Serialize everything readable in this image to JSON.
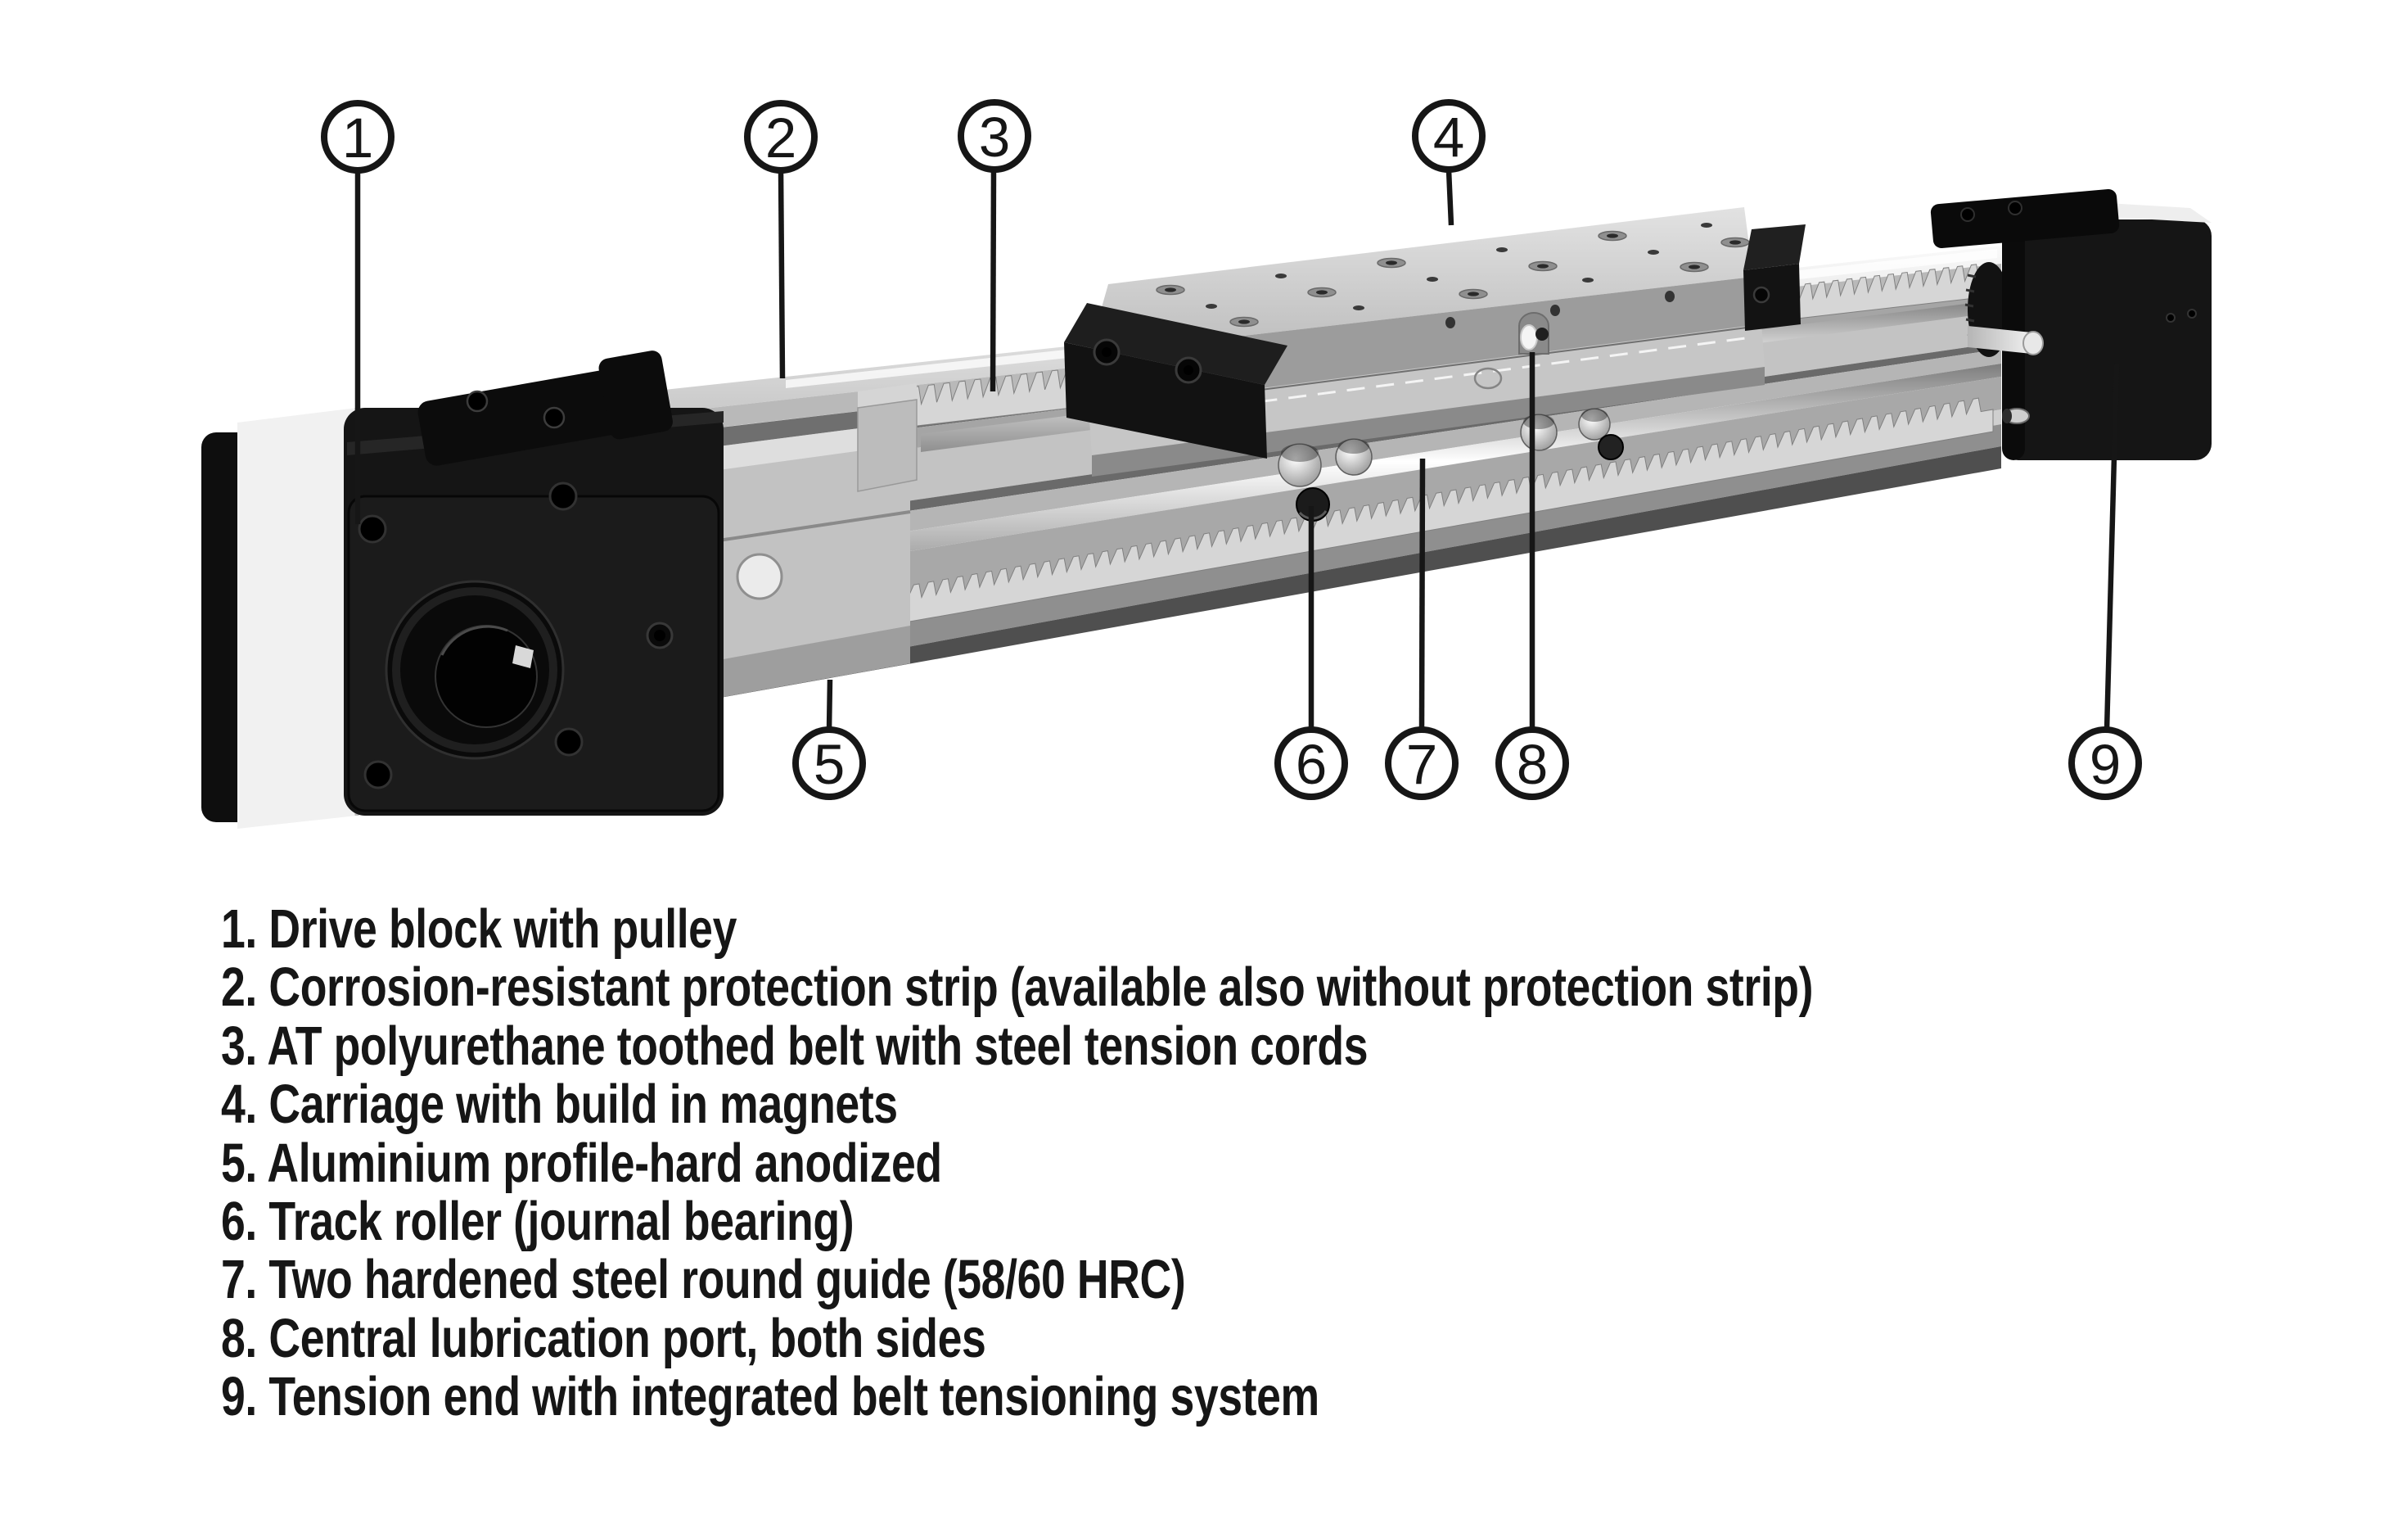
{
  "palette": {
    "background": "#ffffff",
    "line": "#161616",
    "text": "#161616",
    "metal-light": "#e9e9e9",
    "metal-mid": "#bfbfbf",
    "metal-dark": "#8c8c8c",
    "black-part": "#141414"
  },
  "callouts": {
    "labels": [
      "1",
      "2",
      "3",
      "4",
      "5",
      "6",
      "7",
      "8",
      "9"
    ]
  },
  "legend": {
    "items": [
      "1. Drive block with pulley",
      "2. Corrosion-resistant protection strip (available also without protection strip)",
      "3. AT polyurethane toothed belt with steel tension cords",
      "4. Carriage with build in magnets",
      "5. Aluminium profile-hard anodized",
      "6. Track roller (journal bearing)",
      "7. Two hardened steel round guide (58/60 HRC)",
      "8. Central lubrication port, both sides",
      "9. Tension end with integrated belt tensioning system"
    ]
  }
}
